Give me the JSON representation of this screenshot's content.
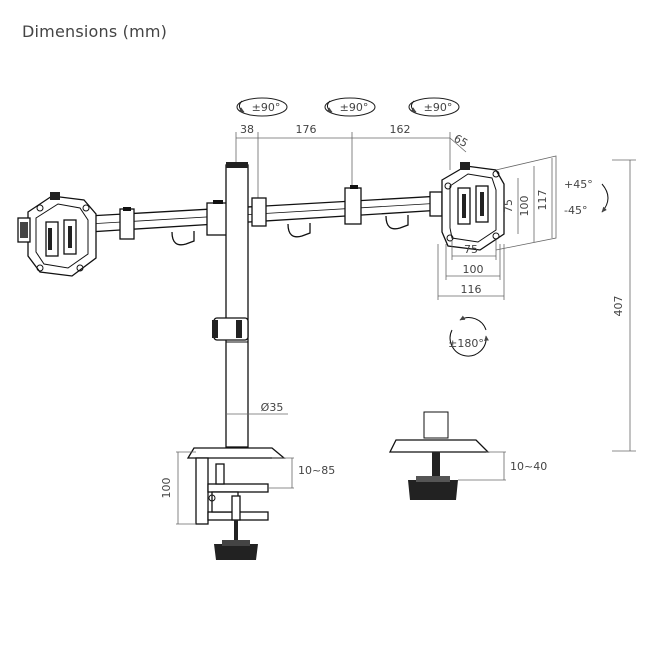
{
  "title": "Dimensions (mm)",
  "rotations": {
    "clamp_joint": "±90°",
    "arm_joint": "±90°",
    "head_joint": "±90°",
    "rotate": "±180°",
    "tilt_up": "+45°",
    "tilt_down": "-45°"
  },
  "dimensions": {
    "offset": "38",
    "arm1": "176",
    "arm2": "162",
    "head": "65",
    "vesa_v1": "75",
    "vesa_v2": "100",
    "height": "117",
    "vesa_h1": "75",
    "vesa_h2": "100",
    "width": "116",
    "pole_height": "407",
    "pole_diameter": "Ø35",
    "clamp_height": "100",
    "clamp_range": "10~85",
    "grommet_range": "10~40"
  }
}
